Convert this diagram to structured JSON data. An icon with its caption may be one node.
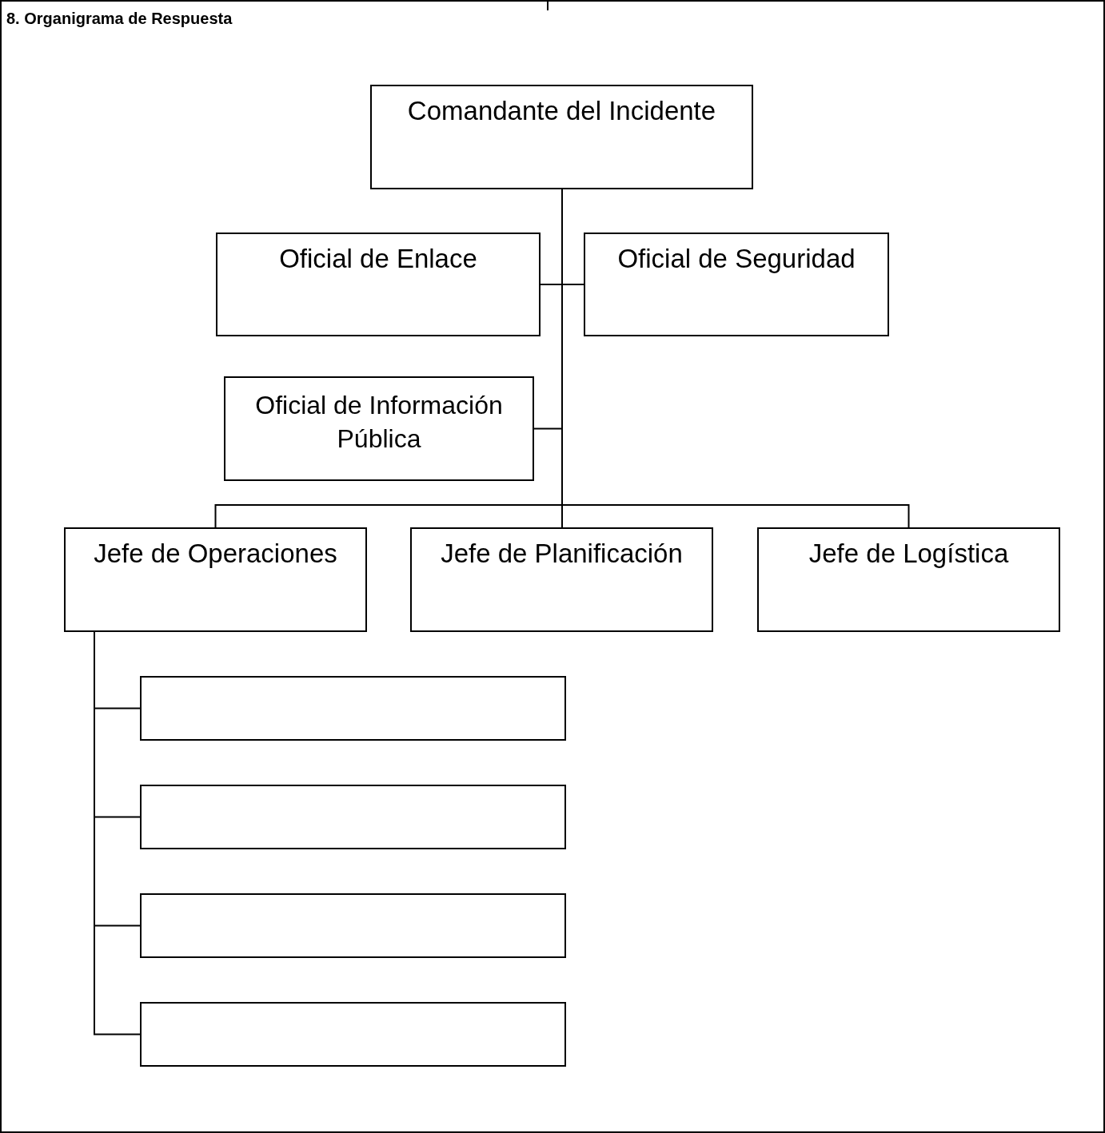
{
  "diagram": {
    "title": "8. Organigrama de Respuesta",
    "nodes": [
      {
        "text": [
          "Comandante del Incidente"
        ]
      },
      {
        "text": [
          "Oficial de Enlace"
        ]
      },
      {
        "text": [
          "Oficial de Seguridad"
        ]
      },
      {
        "text": [
          "Oficial de Información Pública"
        ]
      },
      {
        "text": [
          "Jefe de Operaciones"
        ]
      },
      {
        "text": [
          "Jefe de Planificación"
        ]
      },
      {
        "text": [
          "Jefe de Logística"
        ]
      },
      {
        "text": [],
        "shape": "box"
      },
      {
        "text": [],
        "shape": "box"
      },
      {
        "text": [],
        "shape": "box"
      },
      {
        "text": [],
        "shape": "box"
      }
    ],
    "edges": [
      {
        "from": 0,
        "to": 1,
        "arrow": "none"
      },
      {
        "from": 0,
        "to": 2,
        "arrow": "none"
      },
      {
        "from": 0,
        "to": 3,
        "arrow": "none"
      },
      {
        "from": 0,
        "to": 4,
        "arrow": "none"
      },
      {
        "from": 0,
        "to": 5,
        "arrow": "none"
      },
      {
        "from": 0,
        "to": 6,
        "arrow": "none"
      },
      {
        "from": 4,
        "to": 7,
        "arrow": "none"
      },
      {
        "from": 4,
        "to": 8,
        "arrow": "none"
      },
      {
        "from": 4,
        "to": 9,
        "arrow": "none"
      },
      {
        "from": 4,
        "to": 10,
        "arrow": "none"
      }
    ]
  }
}
